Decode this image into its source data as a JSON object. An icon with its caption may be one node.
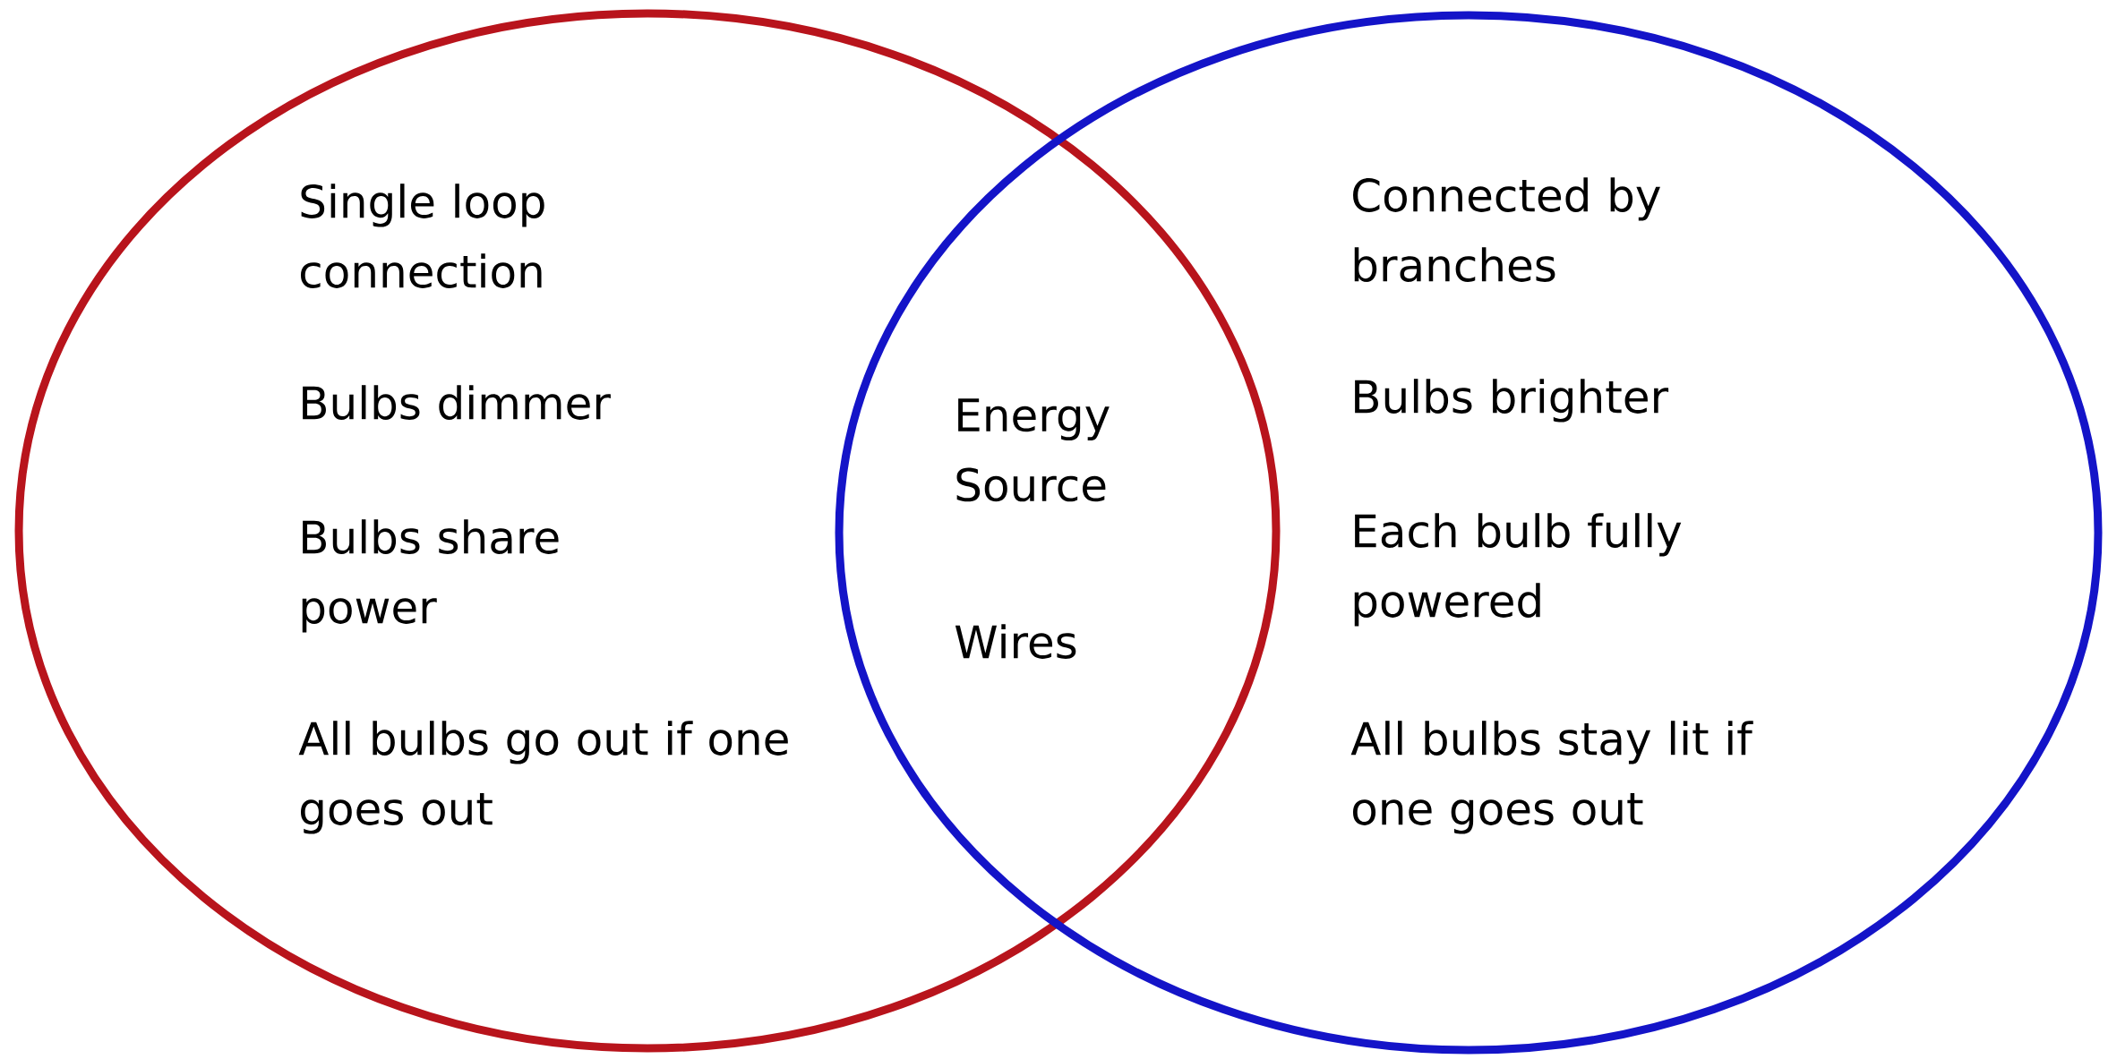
{
  "diagram": {
    "nodes": [
      {
        "text": [
          "Single loop connection",
          "Bulbs dimmer",
          "Bulbs share power",
          "All bulbs go out if one goes out"
        ]
      },
      {
        "text": [
          "Connected by branches",
          "Bulbs brighter",
          "Each bulb fully powered",
          "All bulbs stay lit if one goes out"
        ]
      }
    ],
    "labels": [
      "Energy Source",
      "Wires"
    ]
  }
}
